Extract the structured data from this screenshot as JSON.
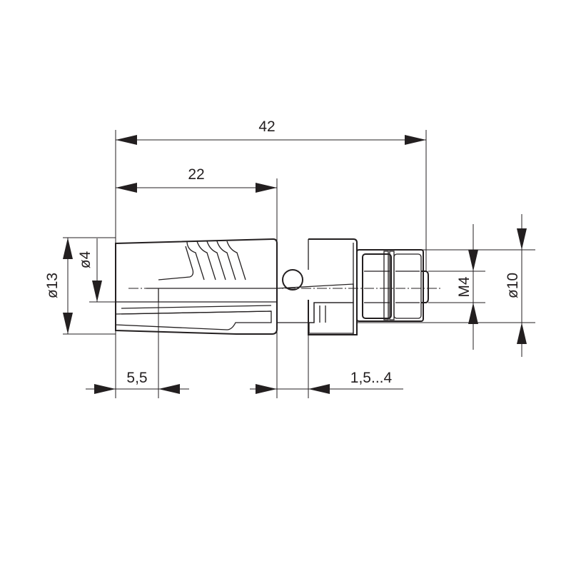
{
  "drawing": {
    "line_color": "#231f20",
    "background": "#ffffff",
    "dimensions": {
      "overall_length": "42",
      "body_length": "22",
      "outer_diameter": "ø13",
      "bore_diameter": "ø4",
      "thread_size": "M4",
      "flange_diameter": "ø10",
      "bore_offset": "5,5",
      "panel_thickness": "1,5...4"
    }
  }
}
